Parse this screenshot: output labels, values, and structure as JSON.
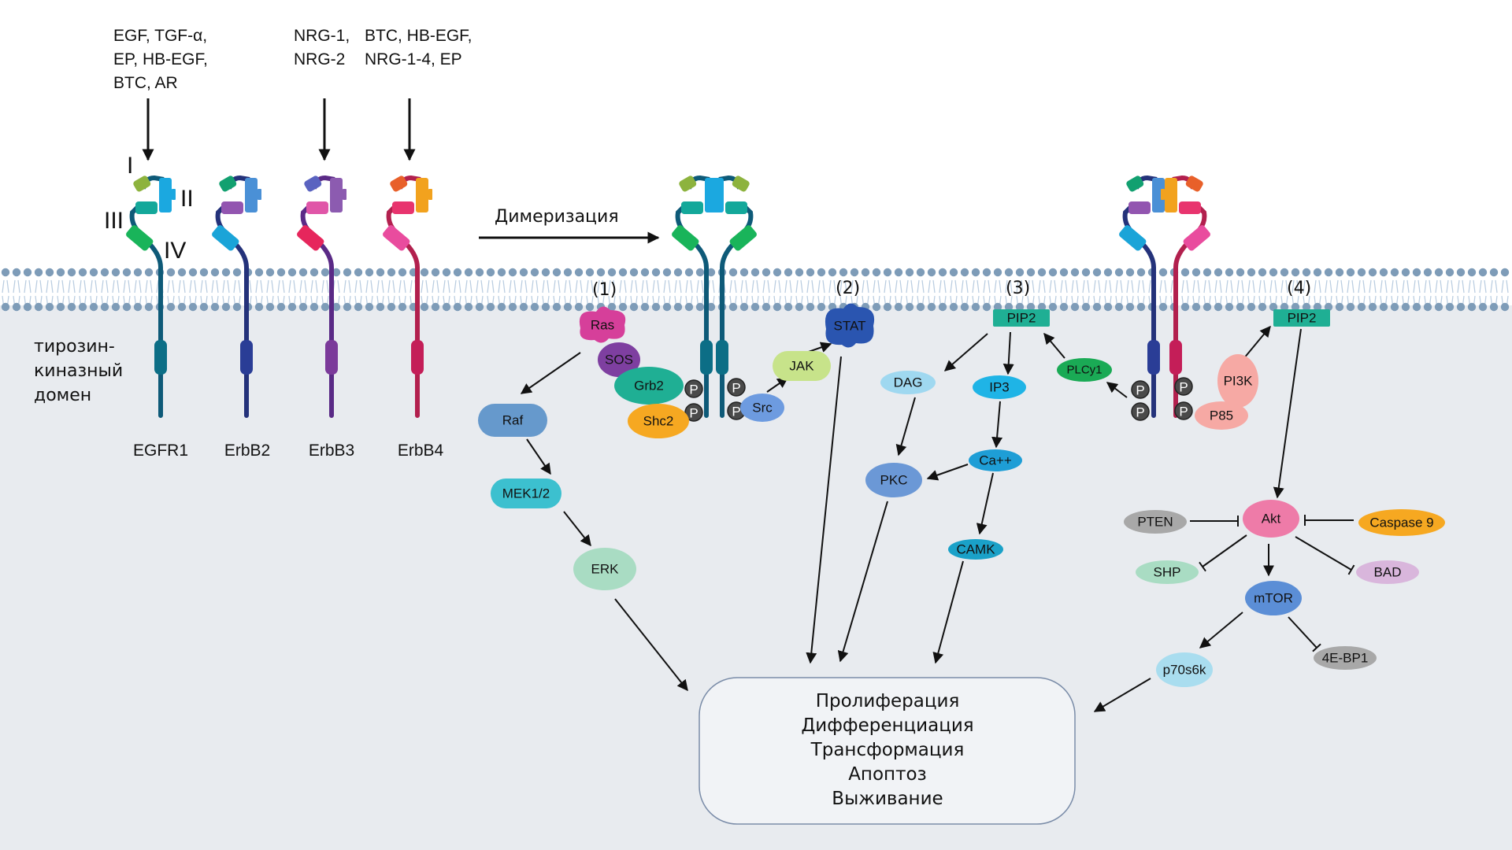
{
  "ligands": [
    {
      "lines": [
        "EGF, TGF-α,",
        "EP, HB-EGF,",
        "BTC, AR"
      ]
    },
    {
      "lines": [
        "NRG-1,",
        "NRG-2"
      ]
    },
    {
      "lines": [
        "BTC, HB-EGF,",
        "NRG-1-4, EP"
      ]
    }
  ],
  "domain_labels": {
    "I": "I",
    "II": "II",
    "III": "III",
    "IV": "IV"
  },
  "kinase_label": [
    "тирозин-",
    "киназный",
    "домен"
  ],
  "receptors": [
    "EGFR1",
    "ErbB2",
    "ErbB3",
    "ErbB4"
  ],
  "dimerization_label": "Димеризация",
  "pathway_numbers": [
    "(1)",
    "(2)",
    "(3)",
    "(4)"
  ],
  "phospho_label": "P",
  "nodes": {
    "ras": "Ras",
    "sos": "SOS",
    "grb2": "Grb2",
    "shc2": "Shc2",
    "raf": "Raf",
    "mek": "MEK1/2",
    "erk": "ERK",
    "stat": "STAT",
    "jak": "JAK",
    "src": "Src",
    "pip2_3": "PIP2",
    "dag": "DAG",
    "ip3": "IP3",
    "plcy1": "PLCy1",
    "pkc": "PKC",
    "ca": "Ca++",
    "camk": "CAMK",
    "pip2_4": "PIP2",
    "pi3k": "PI3K",
    "p85": "P85",
    "akt": "Akt",
    "pten": "PTEN",
    "caspase9": "Caspase 9",
    "shp": "SHP",
    "bad": "BAD",
    "mtor": "mTOR",
    "ebp1": "4E-BP1",
    "p70s6k": "p70s6k"
  },
  "outcomes": [
    "Пролиферация",
    "Дифференциация",
    "Трансформация",
    "Апоптоз",
    "Выживание"
  ],
  "colors": {
    "cytoplasm": "#E8EBEF",
    "membrane_head": "#7E9CB8",
    "membrane_tail": "#B9CCE0",
    "egfr": "#0E5A78",
    "erbb2": "#24327A",
    "erbb3": "#5A2A86",
    "erbb4": "#B2204E"
  }
}
